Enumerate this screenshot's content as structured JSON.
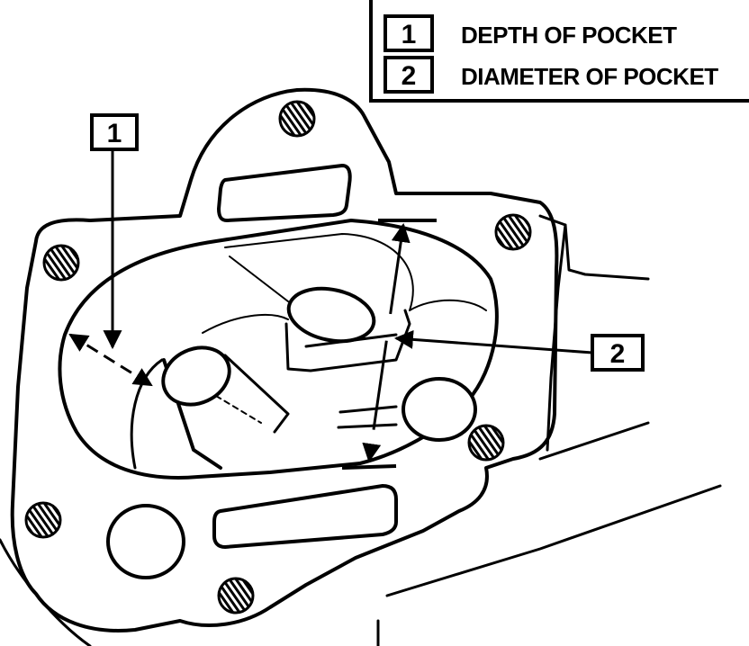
{
  "legend": {
    "items": [
      {
        "number": "1",
        "text": "DEPTH OF POCKET"
      },
      {
        "number": "2",
        "text": "DIAMETER OF POCKET"
      }
    ]
  },
  "callouts": {
    "depth": "1",
    "diameter": "2"
  },
  "colors": {
    "ink": "#000000",
    "paper": "#ffffff"
  }
}
